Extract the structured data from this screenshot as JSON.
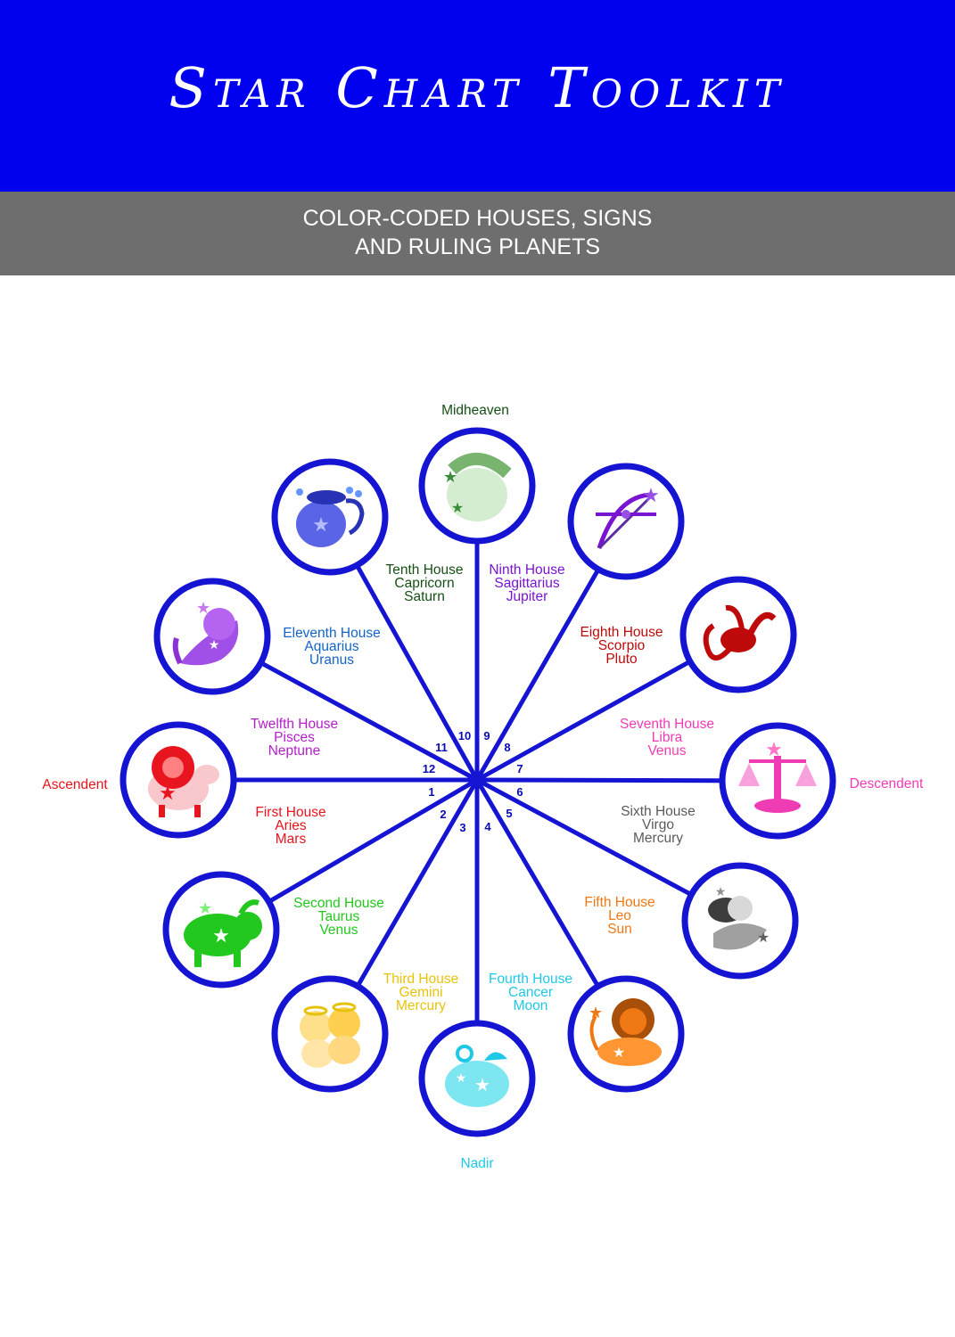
{
  "header": {
    "title": "Star Chart Toolkit",
    "subtitle_line1": "COLOR-CODED HOUSES, SIGNS",
    "subtitle_line2": "AND RULING PLANETS"
  },
  "colors": {
    "title_bar": "#0000ee",
    "subtitle_bar": "#6e6e6e",
    "wheel_lines": "#1414d2"
  },
  "points": {
    "midheaven": "Midheaven",
    "nadir": "Nadir",
    "ascendent": "Ascendent",
    "descendent": "Descendent"
  },
  "houses": [
    {
      "number": "1",
      "house": "First House",
      "sign": "Aries",
      "planet": "Mars",
      "color": "#e8141e",
      "icon": "aries-ram-icon"
    },
    {
      "number": "2",
      "house": "Second House",
      "sign": "Taurus",
      "planet": "Venus",
      "color": "#22c81e",
      "icon": "taurus-bull-icon"
    },
    {
      "number": "3",
      "house": "Third House",
      "sign": "Gemini",
      "planet": "Mercury",
      "color": "#e6c30a",
      "icon": "gemini-twins-icon"
    },
    {
      "number": "4",
      "house": "Fourth House",
      "sign": "Cancer",
      "planet": "Moon",
      "color": "#1ec8e6",
      "icon": "cancer-crab-icon"
    },
    {
      "number": "5",
      "house": "Fifth House",
      "sign": "Leo",
      "planet": "Sun",
      "color": "#f07814",
      "icon": "leo-lion-icon"
    },
    {
      "number": "6",
      "house": "Sixth House",
      "sign": "Virgo",
      "planet": "Mercury",
      "color": "#5a5a5a",
      "icon": "virgo-maiden-icon"
    },
    {
      "number": "7",
      "house": "Seventh House",
      "sign": "Libra",
      "planet": "Venus",
      "color": "#f03cb4",
      "icon": "libra-scales-icon"
    },
    {
      "number": "8",
      "house": "Eighth House",
      "sign": "Scorpio",
      "planet": "Pluto",
      "color": "#be0a0a",
      "icon": "scorpio-scorpion-icon"
    },
    {
      "number": "9",
      "house": "Ninth House",
      "sign": "Sagittarius",
      "planet": "Jupiter",
      "color": "#7814d2",
      "icon": "sagittarius-bow-icon"
    },
    {
      "number": "10",
      "house": "Tenth House",
      "sign": "Capricorn",
      "planet": "Saturn",
      "color": "#145014",
      "icon": "capricorn-goat-icon"
    },
    {
      "number": "11",
      "house": "Eleventh House",
      "sign": "Aquarius",
      "planet": "Uranus",
      "color": "#1464c8",
      "icon": "aquarius-water-bearer-icon"
    },
    {
      "number": "12",
      "house": "Twelfth House",
      "sign": "Pisces",
      "planet": "Neptune",
      "color": "#b41ec8",
      "icon": "pisces-fish-icon"
    }
  ]
}
